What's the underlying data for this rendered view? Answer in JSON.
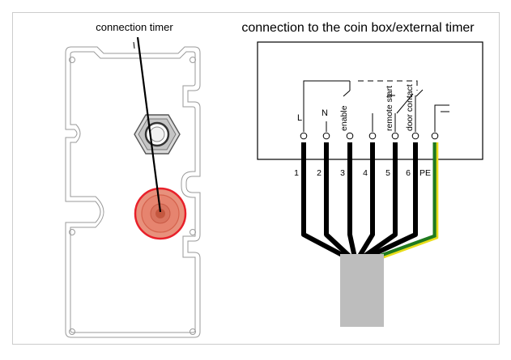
{
  "titles": {
    "left": "connection timer",
    "right": "connection to the coin box/external timer"
  },
  "labels": {
    "L": "L",
    "N": "N",
    "enable": "enable",
    "remote_start": "remote start",
    "door_contact": "door contact"
  },
  "terminals": [
    "1",
    "2",
    "3",
    "4",
    "5",
    "6",
    "PE"
  ],
  "colors": {
    "frame": "#cccccc",
    "highlight_ring": "#e8202a",
    "highlight_fill": "#e8917c",
    "cable_sheath": "#bdbdbd",
    "earth_green": "#1f7a1f",
    "earth_yellow": "#e8dd1a",
    "wire": "#000000"
  }
}
